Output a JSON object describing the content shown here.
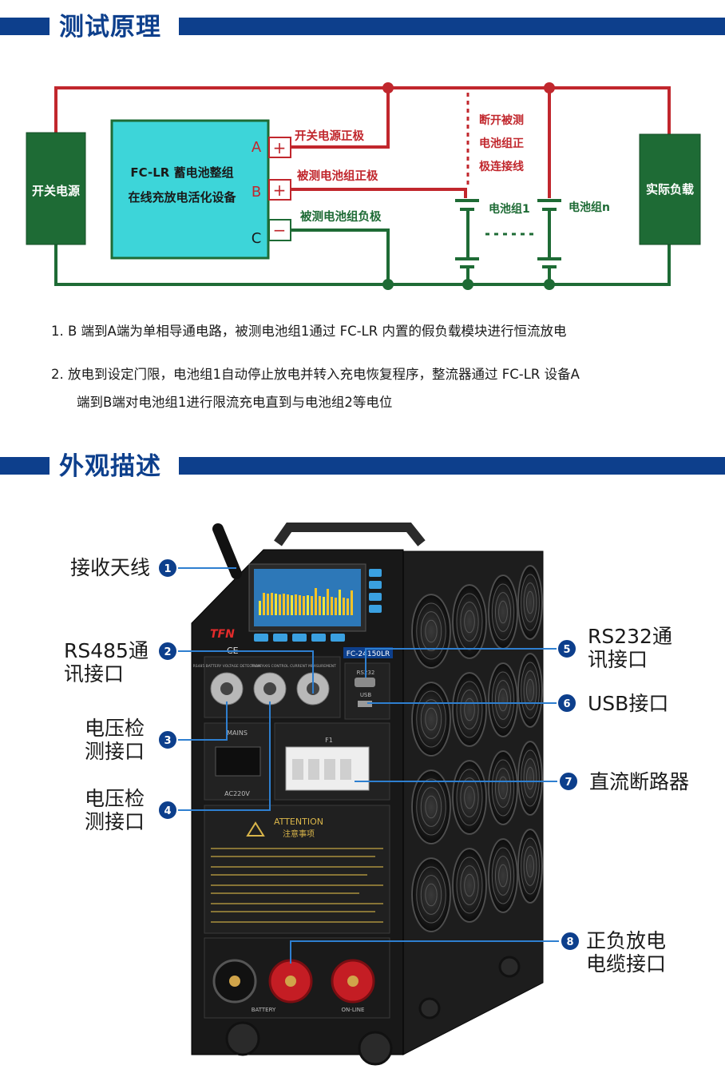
{
  "section1": {
    "title": "测试原理"
  },
  "diagram": {
    "left_box": "开关电源",
    "right_box": "实际负载",
    "device_line1": "FC-LR 蓄电池整组",
    "device_line2": "在线充放电活化设备",
    "terminal_a": "A",
    "terminal_b": "B",
    "terminal_c": "C",
    "plus": "+",
    "minus": "−",
    "label_a": "开关电源正极",
    "label_b": "被测电池组正极",
    "label_c": "被测电池组负极",
    "disconnect_line1": "断开被测",
    "disconnect_line2": "电池组正",
    "disconnect_line3": "极连接线",
    "battery1": "电池组1",
    "battery_n": "电池组n",
    "colors": {
      "red": "#c1272d",
      "green": "#1e6b35",
      "box_fill": "#3dd5d9",
      "box_border": "#1e6b35"
    }
  },
  "notes": {
    "n1": "1.   B 端到A端为单相导通电路，被测电池组1通过 FC-LR 内置的假负载模块进行恒流放电",
    "n2_a": "2.   放电到设定门限，电池组1自动停止放电并转入充电恢复程序，整流器通过 FC-LR 设备A",
    "n2_b": "端到B端对电池组1进行限流充电直到与电池组2等电位"
  },
  "section2": {
    "title": "外观描述"
  },
  "callouts": [
    {
      "num": "1",
      "line1": "接收天线",
      "line2": ""
    },
    {
      "num": "2",
      "line1": "RS485通",
      "line2": "讯接口"
    },
    {
      "num": "3",
      "line1": "电压检",
      "line2": "测接口"
    },
    {
      "num": "4",
      "line1": "电压检",
      "line2": "测接口"
    },
    {
      "num": "5",
      "line1": "RS232通",
      "line2": "讯接口"
    },
    {
      "num": "6",
      "line1": "USB接口",
      "line2": ""
    },
    {
      "num": "7",
      "line1": "直流断路器",
      "line2": ""
    },
    {
      "num": "8",
      "line1": "正负放电",
      "line2": "电缆接口"
    }
  ],
  "device": {
    "brand": "TFN",
    "model": "FC-24150LR",
    "ce": "CE",
    "attention": "ATTENTION",
    "attention_cn": "注意事项",
    "mains": "MAINS",
    "ac": "AC220V",
    "f1": "F1",
    "rs232": "RS232",
    "usb": "USB",
    "battery": "BATTERY",
    "online": "ON-LINE",
    "port_a": "RS485 BATTERY VOLTAGE DETECTION",
    "port_b": "PARATAXIS CONTROL",
    "port_c": "CURRENT MEASUREMENT"
  }
}
